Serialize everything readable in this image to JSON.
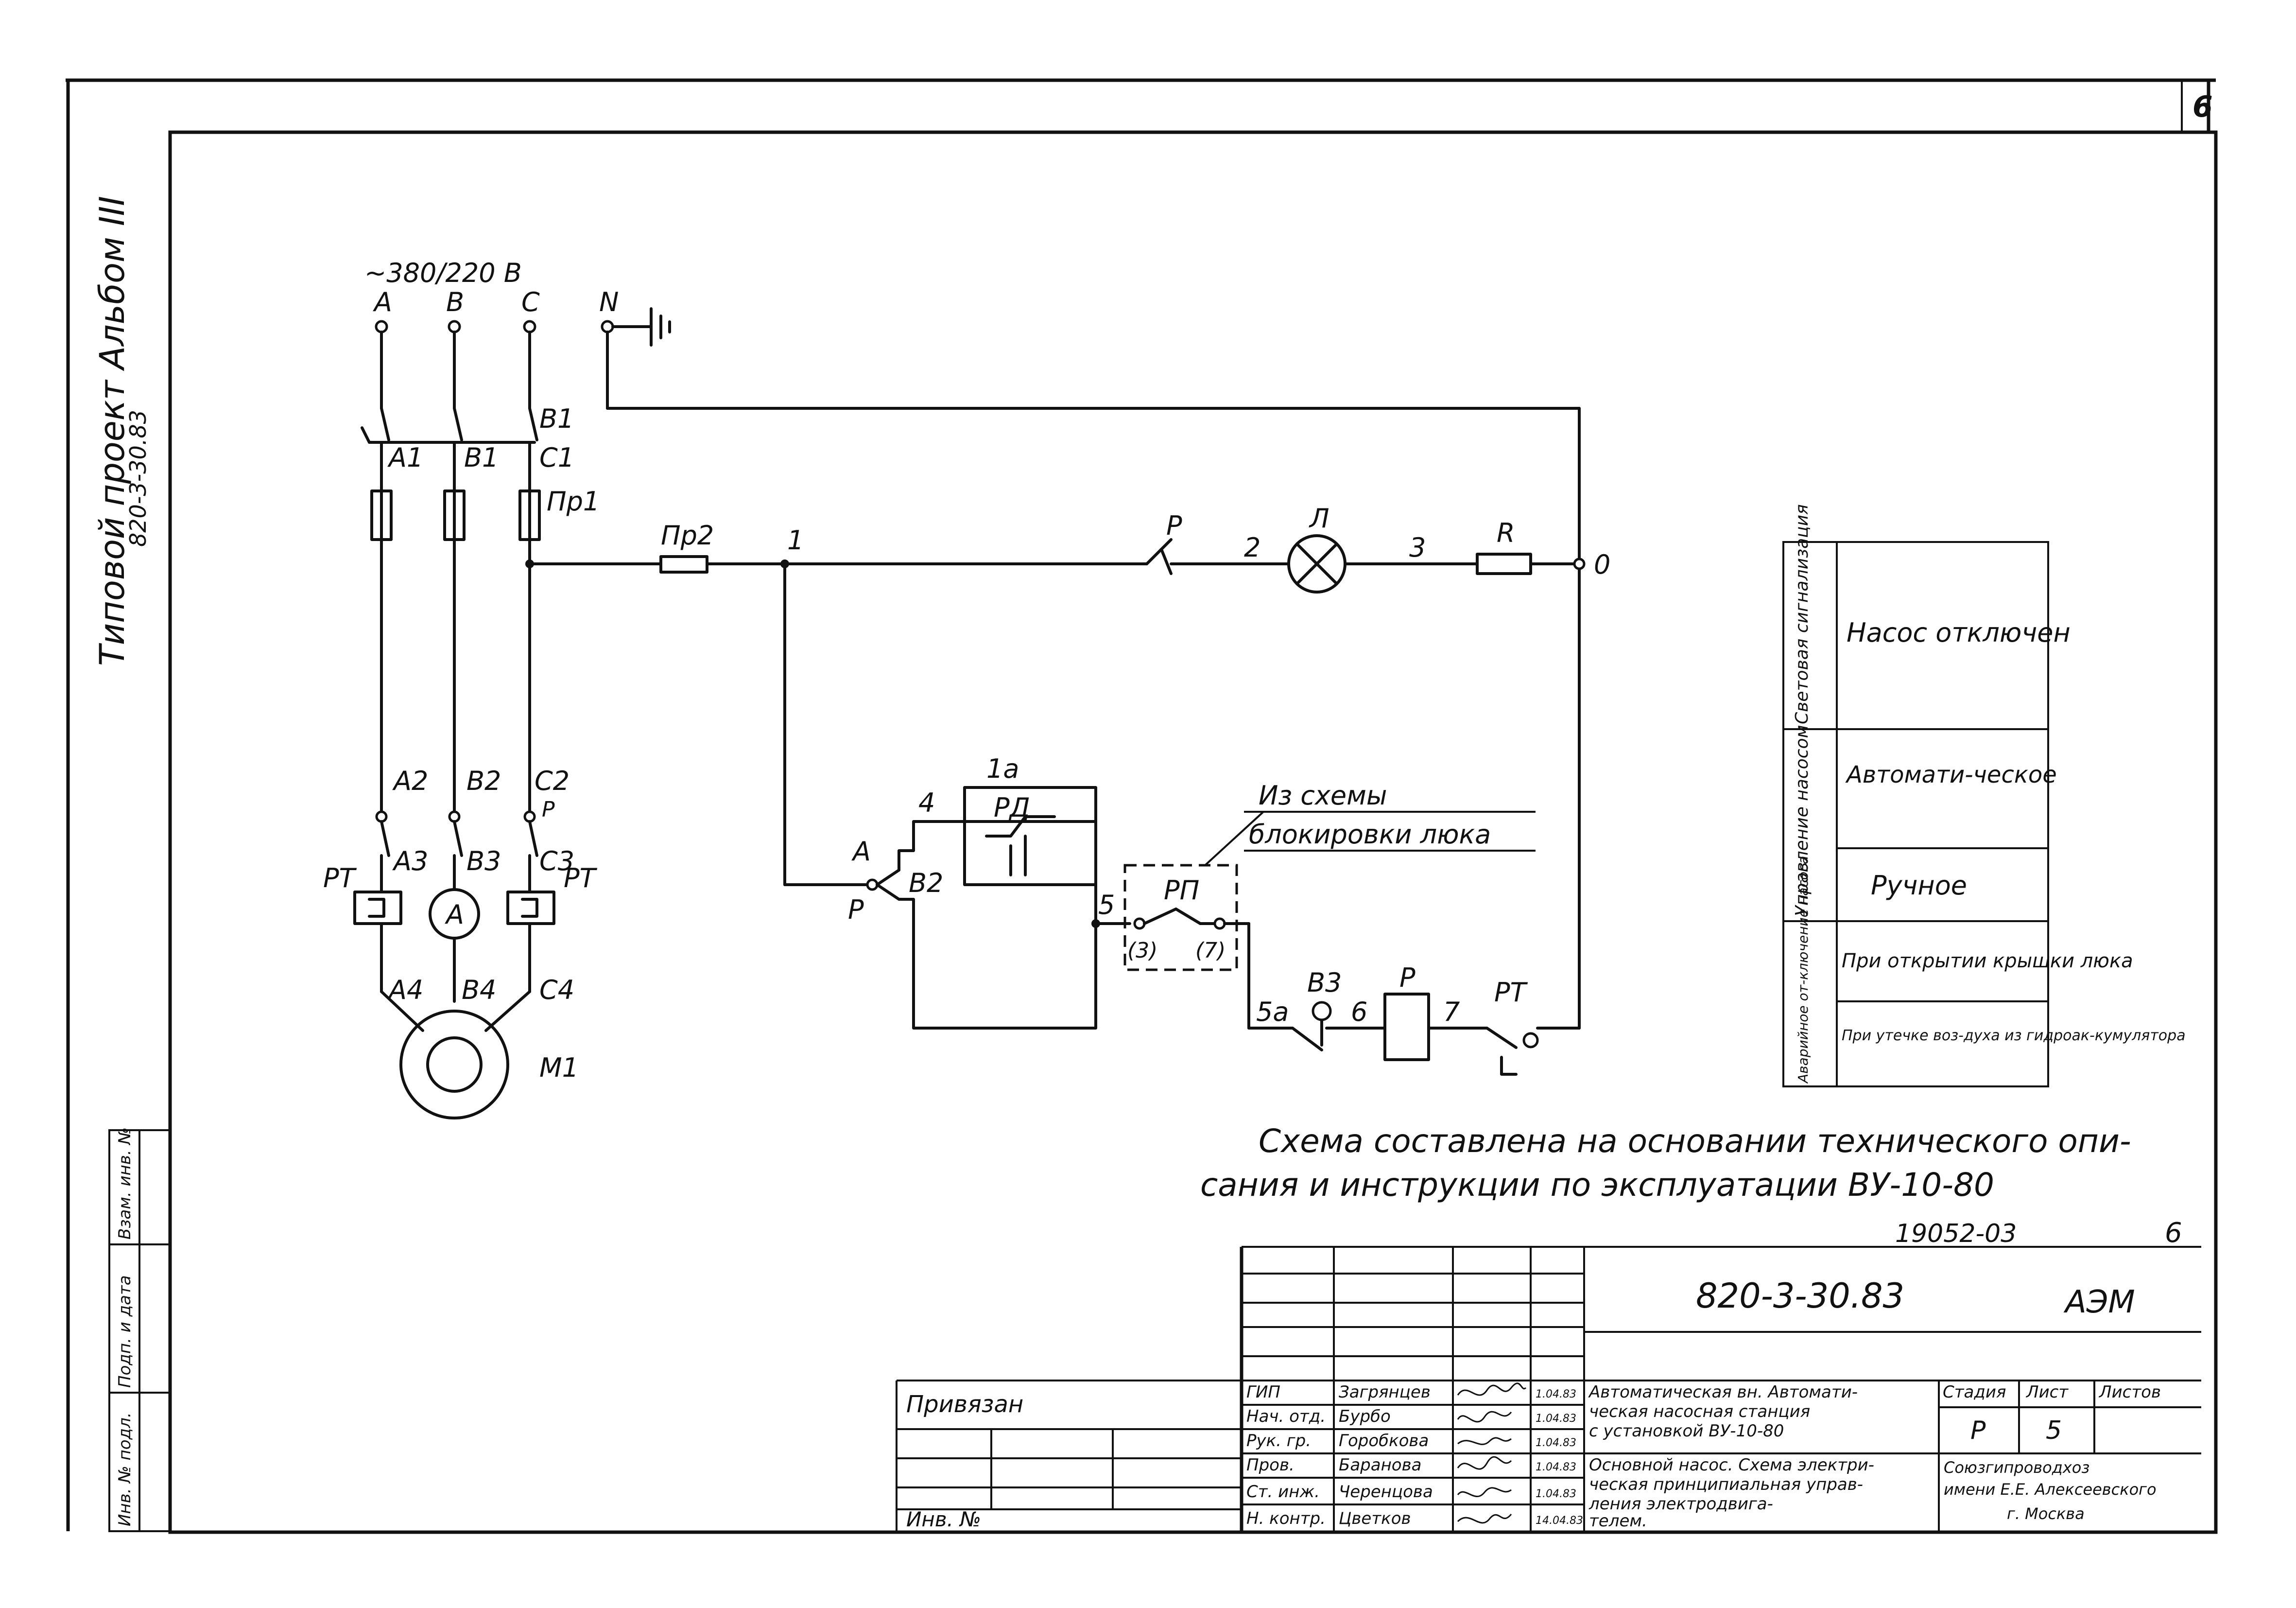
{
  "sheet": {
    "corner_number": "6",
    "side_title": "Типовой проект Альбом III",
    "side_code": "820-3-30.83",
    "stamp_left_headers": [
      "Инв. № подл.",
      "Подп. и дата",
      "Взам. инв. №"
    ]
  },
  "schematic": {
    "supply": "~380/220 В",
    "phases": [
      "A",
      "B",
      "C",
      "N"
    ],
    "labels": {
      "breaker": "В1",
      "a1": "А1",
      "b1": "В1",
      "c1": "С1",
      "fuse_main": "Пр1",
      "fuse_ctrl": "Пр2",
      "a2": "А2",
      "b2": "В2",
      "c2": "С2",
      "p_c2": "Р",
      "a3": "А3",
      "b3": "В3",
      "c3": "С3",
      "rt_left": "РТ",
      "rt_right": "РТ",
      "ammeter": "А",
      "a4": "А4",
      "b4": "В4",
      "c4": "С4",
      "motor": "М1",
      "n1": "1",
      "n2": "2",
      "n3": "3",
      "n0": "0",
      "contact_p": "Р",
      "lamp": "Л",
      "resistor": "R",
      "n4": "4",
      "n1a": "1а",
      "rd": "РД",
      "sw_a": "А",
      "sw_r": "Р",
      "sw_v2": "В2",
      "n5": "5",
      "rp": "РП",
      "c3p": "(3)",
      "c7p": "(7)",
      "ext_line1": "Из схемы",
      "ext_line2": "блокировки люка",
      "n5a": "5а",
      "v3": "В3",
      "n6": "6",
      "coil_p": "Р",
      "n7": "7",
      "rt_contact": "РТ"
    }
  },
  "legend": {
    "rows": [
      {
        "head": "Световая сигнализация",
        "cells": [
          "Насос отключен"
        ]
      },
      {
        "head": "Управление насосом",
        "cells": [
          "Автомати-ческое",
          "Ручное"
        ]
      },
      {
        "head": "Аварийное от-ключение насоса",
        "cells": [
          "При открытии крышки люка",
          "При утечке воз-духа из гидроак-кумулятора"
        ]
      }
    ]
  },
  "note": {
    "line1": "Схема составлена на основании технического опи-",
    "line2": "сания и инструкции по эксплуатации ВУ-10-80"
  },
  "title_block": {
    "sheet_num_handwritten": "19052-03",
    "sheet_num": "6",
    "code": "820-3-30.83",
    "org_short": "АЭМ",
    "privyazan": "Привязан",
    "inv_no": "Инв. №",
    "roles": [
      "ГИП",
      "Нач. отд.",
      "Рук. гр.",
      "Пров.",
      "Ст. инж.",
      "Н. контр."
    ],
    "names": [
      "Загрянцев",
      "Бурбо",
      "Горобкова",
      "Баранова",
      "Черенцова",
      "Цветков"
    ],
    "dates": [
      "1.04.83",
      "1.04.83",
      "1.04.83",
      "1.04.83",
      "1.04.83",
      "14.04.83"
    ],
    "project_title": [
      "Автоматическая вн. Автомати-",
      "ческая насосная станция",
      "с установкой ВУ-10-80"
    ],
    "drawing_title": [
      "Основной насос. Схема электри-",
      "ческая принципиальная управ-",
      "ления электродвига-",
      "телем."
    ],
    "stage_hdr": "Стадия",
    "sheet_hdr": "Лист",
    "sheets_hdr": "Листов",
    "stage": "Р",
    "sheet": "5",
    "org": [
      "Союзгипроводхоз",
      "имени Е.Е. Алексеевского",
      "г. Москва"
    ]
  }
}
